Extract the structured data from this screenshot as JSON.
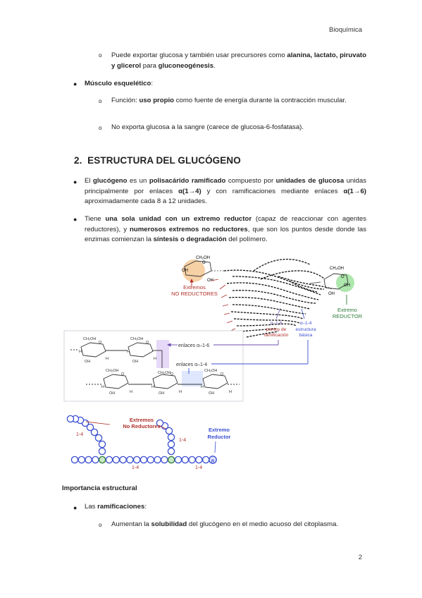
{
  "header": {
    "title": "Bioquímica"
  },
  "intro": {
    "item1": {
      "a": "Puede exportar glucosa y también usar precursores como ",
      "b": "alanina, lactato, piruvato y glicerol",
      "c": " para ",
      "d": "gluconeogénesis",
      "e": "."
    },
    "muscle": {
      "label": "Músculo esquelético",
      "colon": ":"
    },
    "item2": {
      "a": "Función: ",
      "b": "uso propio",
      "c": " como fuente de energía durante la contracción muscular."
    },
    "item3": {
      "text": "No exporta glucosa a la sangre (carece de glucosa-6-fosfatasa)."
    }
  },
  "section": {
    "number": "2.",
    "title": "ESTRUCTURA DEL GLUCÓGENO"
  },
  "p1": {
    "a": "El ",
    "b": "glucógeno",
    "c": " es un ",
    "d": "polisacárido ramificado",
    "e": " compuesto por ",
    "f": "unidades de glucosa",
    "g": " unidas principalmente por enlaces ",
    "h": "α(1→4)",
    "i": " y con ramificaciones mediante enlaces ",
    "j": "α(1→6)",
    "k": " aproximadamente cada 8 a 12 unidades."
  },
  "p2": {
    "a": "Tiene ",
    "b": "una sola unidad con un extremo reductor",
    "c": " (capaz de reaccionar con agentes reductores), y ",
    "d": "numerosos extremos no reductores",
    "e": ", que son los puntos desde donde las enzimas comienzan la ",
    "f": "síntesis o degradación",
    "g": " del polímero."
  },
  "figure1": {
    "ch2oh": "CH₂OH",
    "oh": "OH",
    "h": "H",
    "o": "O",
    "nonreducing_1": "Extremos",
    "nonreducing_2": "NO REDUCTORES",
    "reducing_1": "Extremo",
    "reducing_2": "REDUCTOR",
    "branch_label": "α–1-6",
    "branch_sub_1": "puntos de",
    "branch_sub_2": "ramificación",
    "linear_label": "α–1-4",
    "linear_sub_1": "estructura",
    "linear_sub_2": "básica",
    "bond16": "enlaces α–1-6",
    "bond14": "enlaces α–1-4"
  },
  "figure2": {
    "nonred_1": "Extremos",
    "nonred_2": "No Reductores",
    "red_1": "Extremo",
    "red_2": "Reductor",
    "link14": "1-4",
    "r": "R"
  },
  "importance": {
    "title": "Importancia estructural",
    "item1": {
      "a": "Las ",
      "b": "ramificaciones",
      "c": ":"
    },
    "item2": {
      "a": "Aumentan la ",
      "b": "solubilidad",
      "c": " del glucógeno en el medio acuoso del citoplasma."
    }
  },
  "page": {
    "number": "2"
  },
  "colors": {
    "purple": "#6d4fb0",
    "blue": "#3b4fd0",
    "red": "#b0302a",
    "green": "#2e7a3a",
    "chainfill": "#dfe3ff"
  }
}
